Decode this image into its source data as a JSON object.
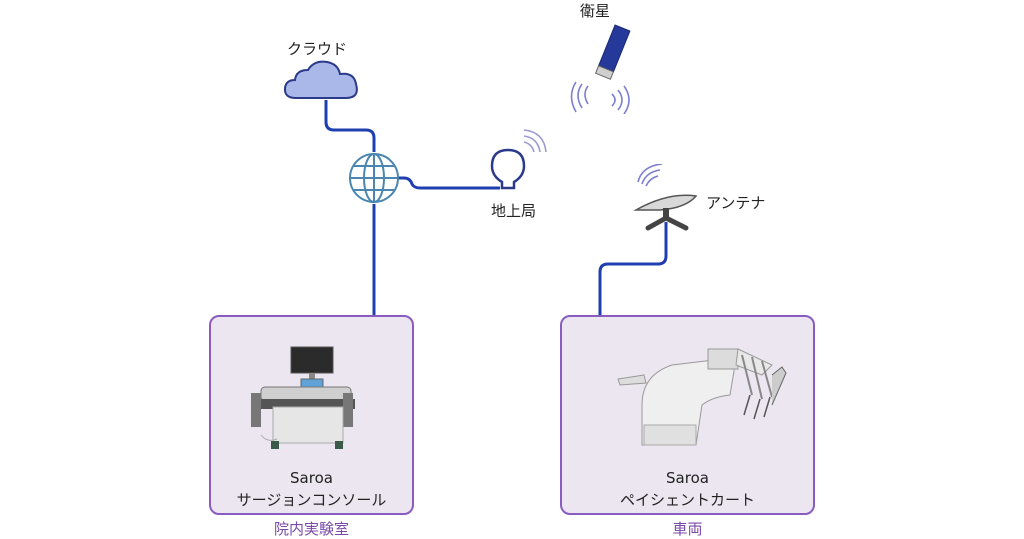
{
  "nodes": {
    "cloud": {
      "label": "クラウド"
    },
    "satellite": {
      "label": "衛星"
    },
    "internet": {
      "label": ""
    },
    "ground_station": {
      "label": "地上局"
    },
    "antenna": {
      "label": "アンテナ"
    }
  },
  "boxes": {
    "console": {
      "name": "Saroa",
      "subtitle": "サージョンコンソール",
      "location": "院内実験室"
    },
    "cart": {
      "name": "Saroa",
      "subtitle": "ペイシェントカート",
      "location": "車両"
    }
  },
  "colors": {
    "link": "#1f3fb0",
    "box_border": "#8a5cc0",
    "box_fill": "#ece6f0",
    "location_text": "#7a4aa8",
    "cloud_fill": "#a9b8e8",
    "globe": "#4a86b0",
    "satellite_body": "#25399a",
    "signal": "#7c7fd0"
  }
}
